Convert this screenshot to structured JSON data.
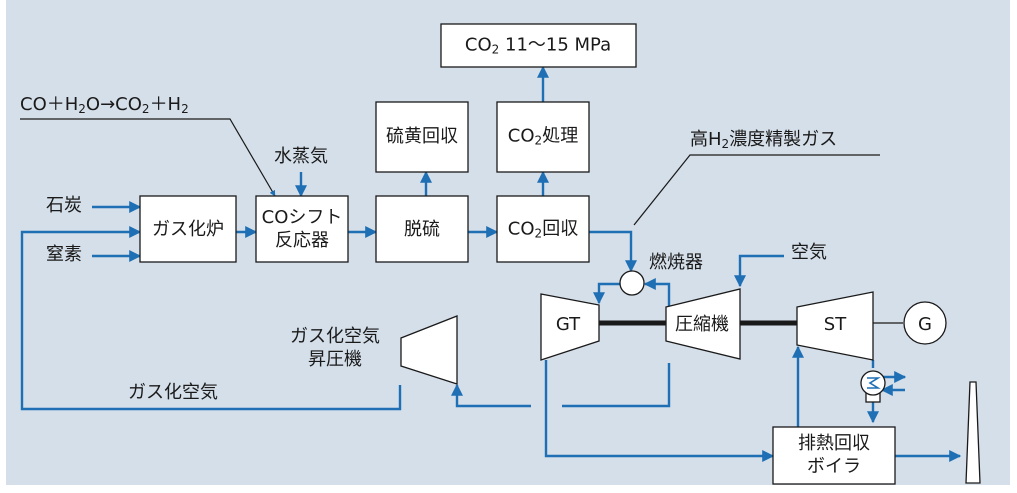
{
  "inputs": {
    "coal": "石炭",
    "nitrogen": "窒素",
    "steam": "水蒸気",
    "air": "空気"
  },
  "reaction": {
    "pre": "CO＋H",
    "o1": "O→CO",
    "mid": "＋H",
    "sub1": "2",
    "sub2": "2",
    "sub3": "2"
  },
  "boxes": {
    "gasifier": "ガス化炉",
    "shift_reactor_line1": "COシフト",
    "shift_reactor_line2": "反応器",
    "desulfurization": "脱硫",
    "co2_capture_pre": "CO",
    "co2_capture_post": "回収",
    "co2_capture_sub": "2",
    "sulfur_recovery": "硫黄回収",
    "co2_treatment_pre": "CO",
    "co2_treatment_post": "処理",
    "co2_treatment_sub": "2",
    "co2_output_pre": "CO",
    "co2_output_sub": "2",
    "co2_output_post": " 11〜15 MPa",
    "gas_turbine": "GT",
    "compressor": "圧縮機",
    "steam_turbine": "ST",
    "generator": "G",
    "hrsg_line1": "排熱回収",
    "hrsg_line2": "ボイラ",
    "booster_line1": "ガス化空気",
    "booster_line2": "昇圧機"
  },
  "labels": {
    "combustor": "燃焼器",
    "high_h2_gas_pre": "高H",
    "high_h2_gas_sub": "2",
    "high_h2_gas_post": "濃度精製ガス",
    "gasification_air": "ガス化空気"
  },
  "colors": {
    "flow": "#1f6fb5",
    "background": "#d5dfe9",
    "box_fill": "#ffffff"
  }
}
